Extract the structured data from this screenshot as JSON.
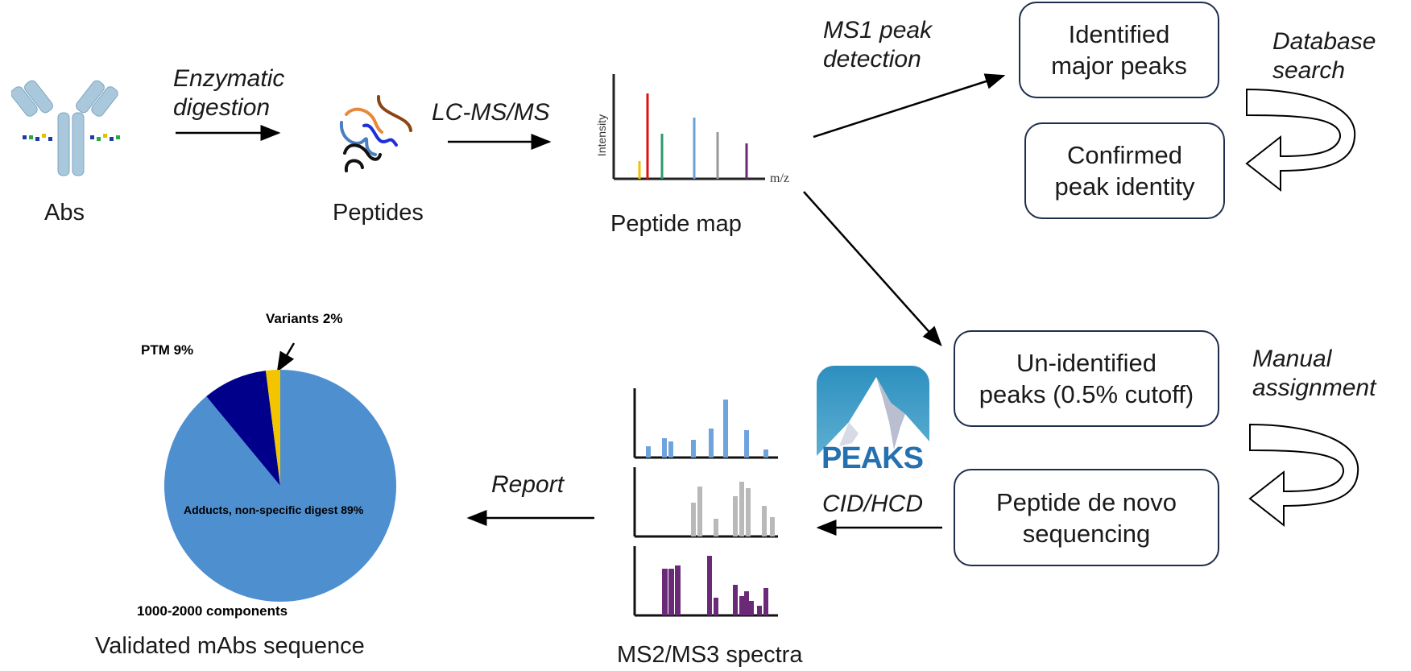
{
  "labels": {
    "abs": "Abs",
    "peptides": "Peptides",
    "peptide_map": "Peptide map",
    "ms2_spectra": "MS2/MS3 spectra",
    "validated": "Validated mAbs sequence"
  },
  "steps": {
    "enzymatic_1": "Enzymatic",
    "enzymatic_2": "digestion",
    "lcms": "LC-MS/MS",
    "ms1_1": "MS1 peak",
    "ms1_2": "detection",
    "db_1": "Database",
    "db_2": "search",
    "manual_1": "Manual",
    "manual_2": "assignment",
    "cid": "CID/HCD",
    "report": "Report"
  },
  "boxes": {
    "identified_1": "Identified",
    "identified_2": "major peaks",
    "confirmed_1": "Confirmed",
    "confirmed_2": "peak identity",
    "unidentified_1": "Un-identified",
    "unidentified_2": "peaks (0.5% cutoff)",
    "denovo_1": "Peptide de novo",
    "denovo_2": "sequencing"
  },
  "spectrum": {
    "y_axis": "Intensity",
    "x_axis": "m/z"
  },
  "peaks_logo": "PEAKS",
  "chart_data": {
    "type": "pie",
    "slices": [
      {
        "label": "Adducts, non-specific digest 89%",
        "value": 89,
        "color": "#4e8fd0"
      },
      {
        "label": "PTM 9%",
        "value": 9,
        "color": "#00008b"
      },
      {
        "label": "Variants 2%",
        "value": 2,
        "color": "#f2c500"
      }
    ],
    "caption": "1000-2000 components"
  },
  "colors": {
    "box_border": "#1f2d4d",
    "pie_main": "#4e8fd0",
    "pie_ptm": "#00008b",
    "pie_variants": "#f2c500"
  }
}
